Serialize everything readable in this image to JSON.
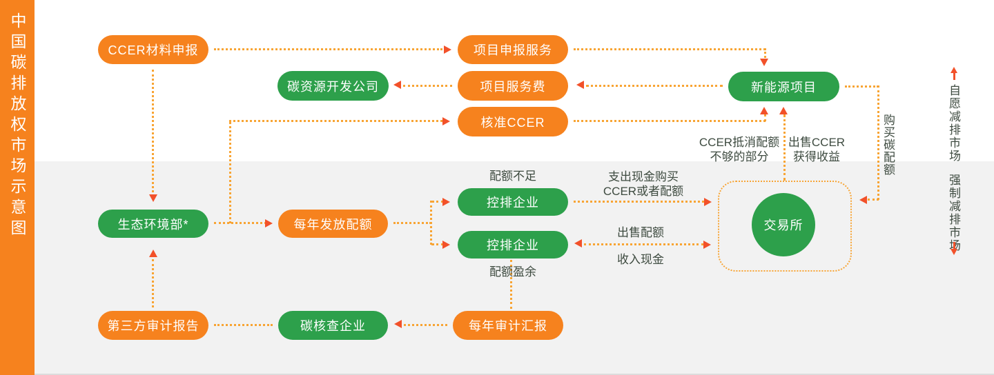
{
  "sidebar": {
    "title": "中国碳排放权市场示意图"
  },
  "colors": {
    "orange": "#F6821E",
    "green": "#2DA04B",
    "arrow": "#F2512A",
    "dot": "#F8A433",
    "ink": "#3E4B40",
    "gray": "#F2F2F2"
  },
  "nodes": {
    "ccer_material": {
      "label": "CCER材料申报"
    },
    "project_declare": {
      "label": "项目申报服务"
    },
    "carbon_dev_company": {
      "label": "碳资源开发公司"
    },
    "project_fee": {
      "label": "项目服务费"
    },
    "new_energy": {
      "label": "新能源项目"
    },
    "approved_ccer": {
      "label": "核准CCER"
    },
    "moee": {
      "label": "生态环境部*"
    },
    "annual_quota": {
      "label": "每年发放配额"
    },
    "enterprise_short": {
      "label": "控排企业"
    },
    "enterprise_surplus": {
      "label": "控排企业"
    },
    "exchange": {
      "label": "交易所"
    },
    "third_party_report": {
      "label": "第三方审计报告"
    },
    "carbon_verifier": {
      "label": "碳核查企业"
    },
    "annual_audit": {
      "label": "每年审计汇报"
    }
  },
  "edge_labels": {
    "quota_short": "配额不足",
    "quota_surplus": "配额盈余",
    "pay_cash_1": "支出现金购买",
    "pay_cash_2": "CCER或者配额",
    "sell_quota": "出售配额",
    "receive_cash": "收入现金",
    "ccer_offset_1": "CCER抵消配额",
    "ccer_offset_2": "不够的部分",
    "sell_ccer_1": "出售CCER",
    "sell_ccer_2": "获得收益",
    "buy_quota": "购买碳配额"
  },
  "markets": {
    "voluntary": "自愿减排市场",
    "mandatory": "强制减排市场"
  }
}
